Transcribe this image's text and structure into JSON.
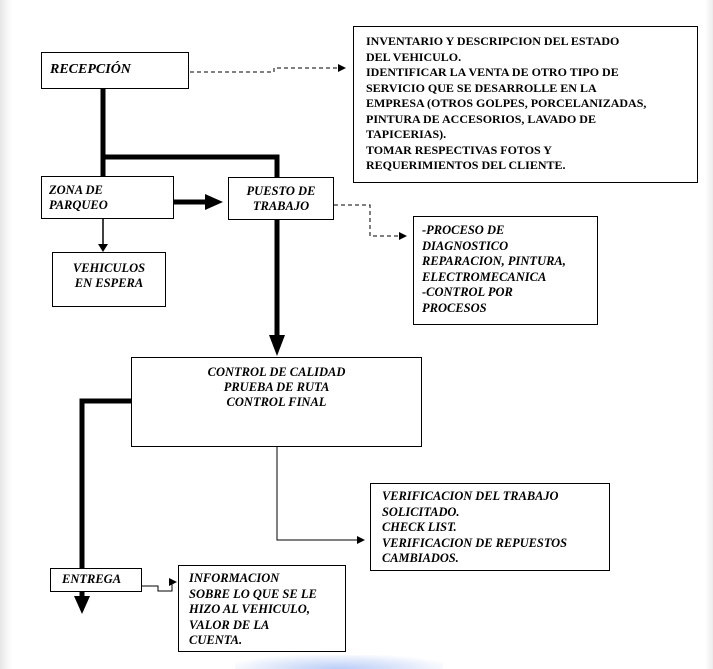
{
  "diagram": {
    "nodes": [
      {
        "id": "recepcion",
        "label": "RECEPCIÓN"
      },
      {
        "id": "inventario",
        "label": "INVENTARIO Y DESCRIPCION DEL ESTADO\nDEL VEHICULO.\nIDENTIFICAR LA VENTA DE OTRO TIPO DE\nSERVICIO QUE SE DESARROLLE EN LA\nEMPRESA (OTROS GOLPES, PORCELANIZADAS,\nPINTURA DE ACCESORIOS, LAVADO DE\nTAPICERIAS).\nTOMAR RESPECTIVAS FOTOS Y\nREQUERIMIENTOS DEL CLIENTE."
      },
      {
        "id": "zona",
        "label": "ZONA DE\nPARQUEO"
      },
      {
        "id": "vehiculos",
        "label": "VEHICULOS\nEN ESPERA"
      },
      {
        "id": "puesto",
        "label": "PUESTO DE\nTRABAJO"
      },
      {
        "id": "proceso",
        "label": "-PROCESO DE\nDIAGNOSTICO\nREPARACION, PINTURA,\nELECTROMECANICA\n-CONTROL POR\nPROCESOS"
      },
      {
        "id": "control",
        "label": "CONTROL DE CALIDAD\nPRUEBA DE RUTA\nCONTROL FINAL"
      },
      {
        "id": "verificacion",
        "label": "VERIFICACION DEL TRABAJO\nSOLICITADO.\nCHECK LIST.\nVERIFICACION DE REPUESTOS\nCAMBIADOS."
      },
      {
        "id": "entrega",
        "label": "ENTREGA"
      },
      {
        "id": "informacion",
        "label": "INFORMACION\nSOBRE LO QUE SE LE\nHIZO AL VEHICULO,\nVALOR DE LA\nCUENTA."
      }
    ],
    "edges": [
      {
        "from": "recepcion",
        "to": "inventario",
        "style": "dashed"
      },
      {
        "from": "recepcion",
        "to": "zona",
        "style": "thick"
      },
      {
        "from": "recepcion",
        "to": "puesto",
        "style": "thick"
      },
      {
        "from": "zona",
        "to": "puesto",
        "style": "thick-arrow"
      },
      {
        "from": "zona",
        "to": "vehiculos",
        "style": "arrow"
      },
      {
        "from": "puesto",
        "to": "proceso",
        "style": "dashed"
      },
      {
        "from": "puesto",
        "to": "control",
        "style": "thick-arrow"
      },
      {
        "from": "control",
        "to": "verificacion",
        "style": "thin-arrow"
      },
      {
        "from": "control",
        "to": "entrega",
        "style": "thick-arrow"
      },
      {
        "from": "entrega",
        "to": "informacion",
        "style": "thin-arrow"
      }
    ],
    "colors": {
      "line": "#000000",
      "box_border": "#000000",
      "background": "#ffffff"
    }
  }
}
